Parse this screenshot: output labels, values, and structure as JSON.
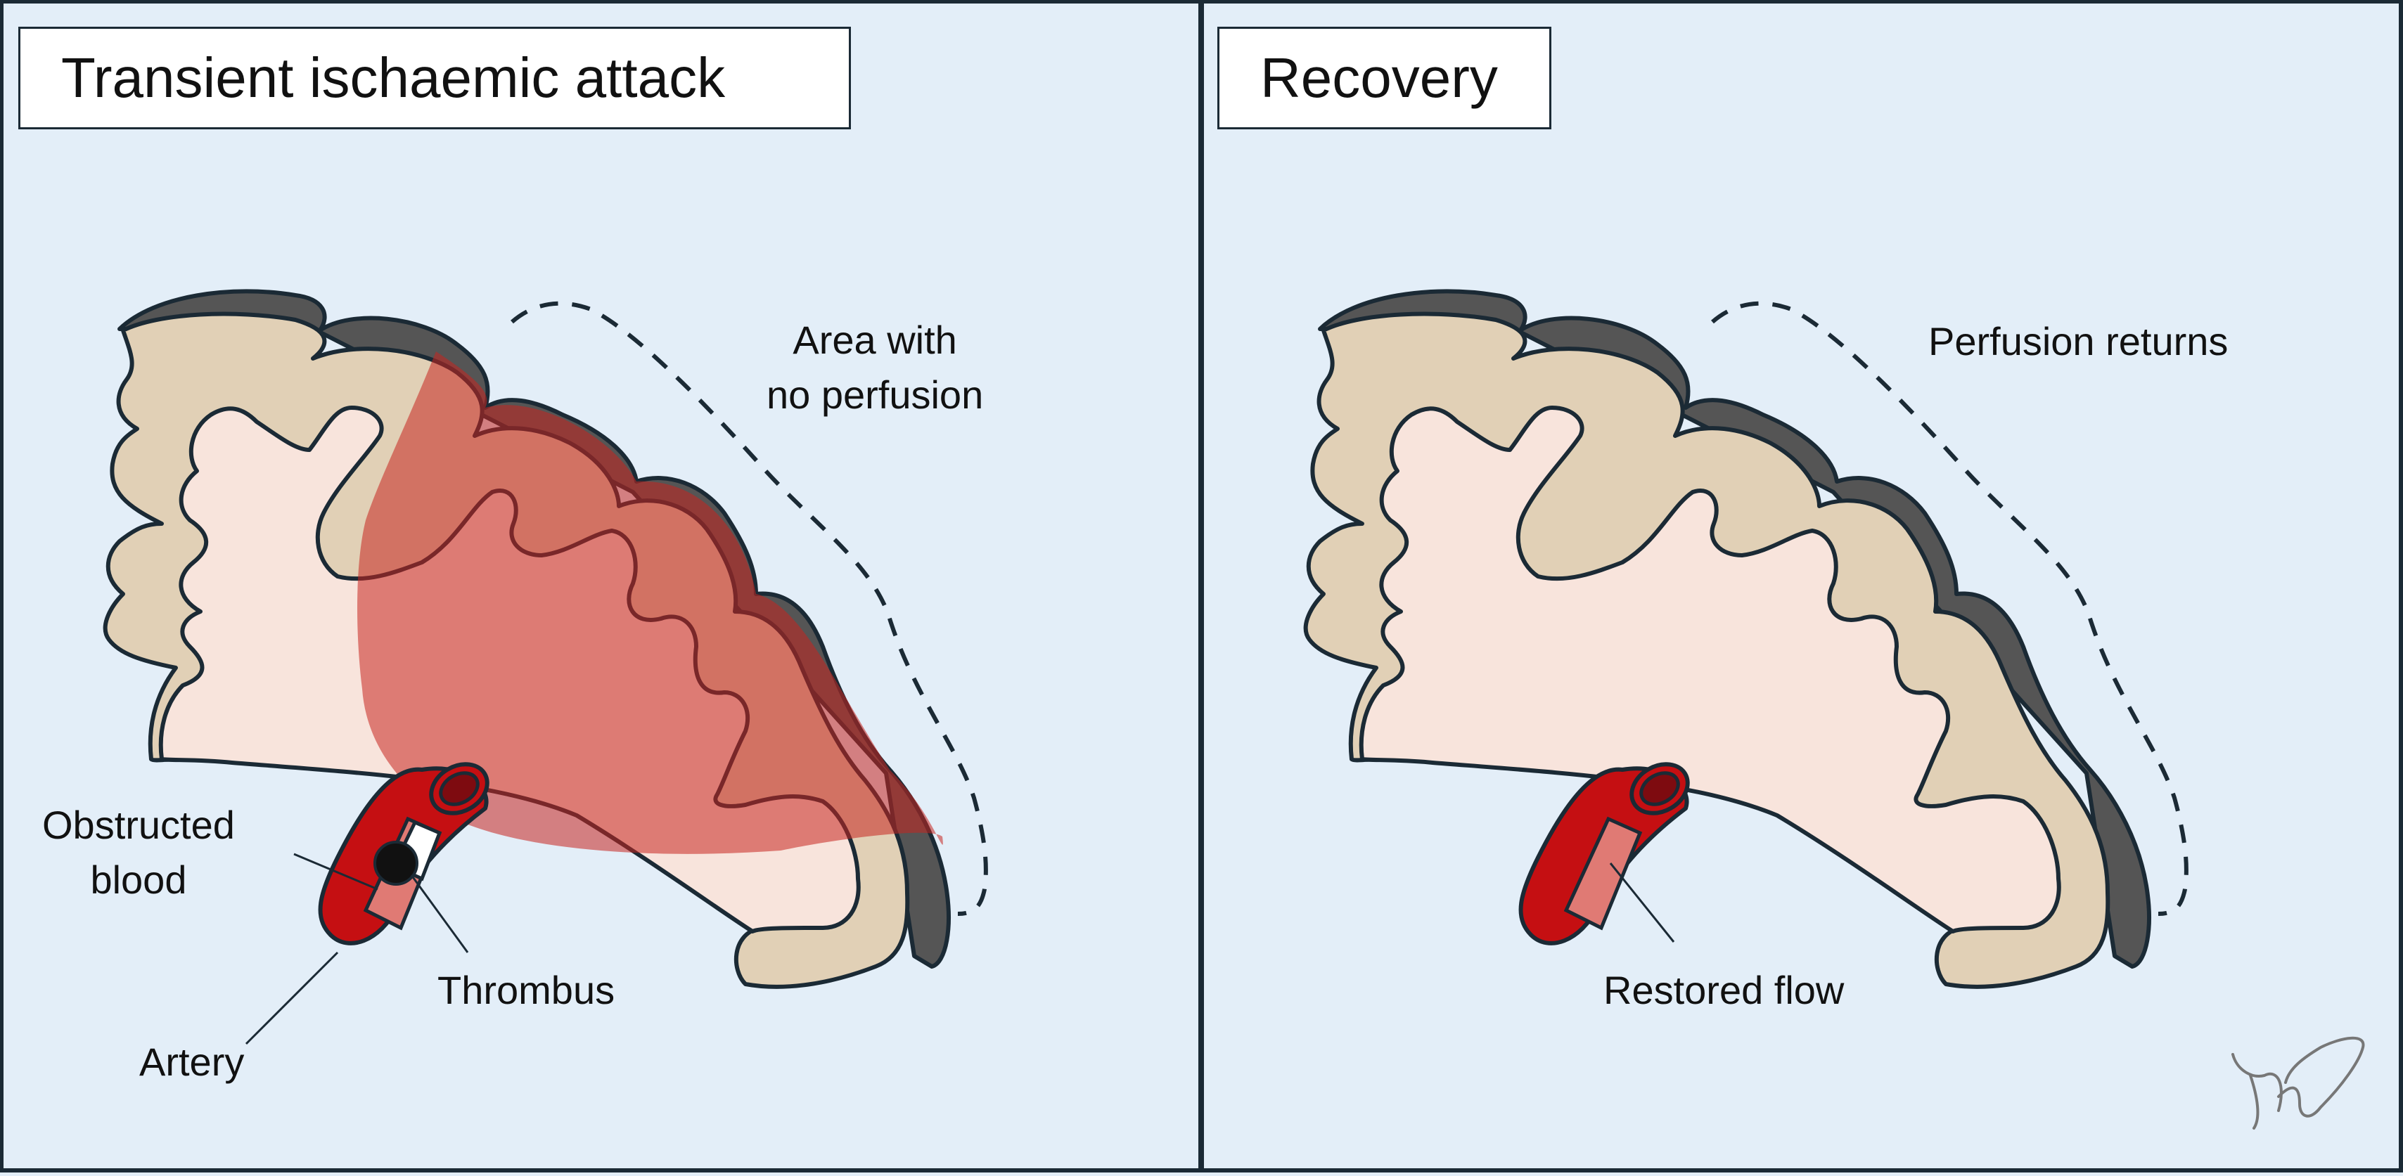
{
  "panels": [
    {
      "title": "Transient ischaemic attack",
      "labels": {
        "area": "Area with\nno perfusion",
        "obstructed": "Obstructed\nblood",
        "thrombus": "Thrombus",
        "artery": "Artery"
      }
    },
    {
      "title": "Recovery",
      "labels": {
        "perfusion": "Perfusion returns",
        "restored": "Restored flow"
      }
    }
  ],
  "colors": {
    "background": "#e3eef8",
    "border": "#1b2a35",
    "grey_matter": "#e1d0b6",
    "white_matter": "#f8e4dc",
    "dark_rim": "#555555",
    "ischaemia": "#d9605a",
    "artery": "#c50f12",
    "artery_dark": "#7e0b10",
    "flow": "#e07a74"
  },
  "icons": [
    "brain-cortex-illustration",
    "artery-icon",
    "thrombus-icon",
    "signature-mark"
  ]
}
